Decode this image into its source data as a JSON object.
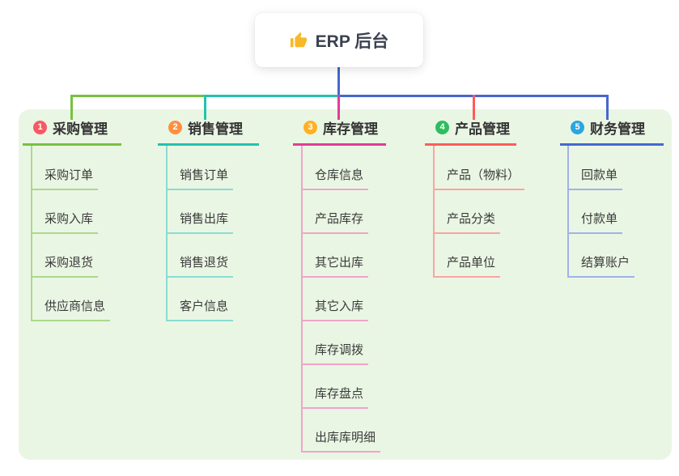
{
  "root": {
    "label": "ERP 后台",
    "icon": "thumbs-up-icon"
  },
  "colors": {
    "page_bg": "#ffffff",
    "panel_bg": "#eaf6e4",
    "root_connector": "#4667cf",
    "root_text": "#3b4150",
    "title_text": "#333333",
    "child_text": "#3a3a3a",
    "thumb_icon": "#f7b928"
  },
  "branches": [
    {
      "badge": "1",
      "title": "采购管理",
      "color": "#77c13f",
      "light_color": "#abd98b",
      "badge_color": "#f75964",
      "children": [
        "采购订单",
        "采购入库",
        "采购退货",
        "供应商信息"
      ]
    },
    {
      "badge": "2",
      "title": "销售管理",
      "color": "#23c3ae",
      "light_color": "#8adcd2",
      "badge_color": "#ff8f40",
      "children": [
        "销售订单",
        "销售出库",
        "销售退货",
        "客户信息"
      ]
    },
    {
      "badge": "3",
      "title": "库存管理",
      "color": "#e13c97",
      "light_color": "#f2a3cb",
      "badge_color": "#ffb023",
      "children": [
        "仓库信息",
        "产品库存",
        "其它出库",
        "其它入库",
        "库存调拨",
        "库存盘点",
        "出库库明细"
      ]
    },
    {
      "badge": "4",
      "title": "产品管理",
      "color": "#fd5c5c",
      "light_color": "#fba3a3",
      "badge_color": "#2ebd5f",
      "children": [
        "产品（物料）",
        "产品分类",
        "产品单位"
      ]
    },
    {
      "badge": "5",
      "title": "财务管理",
      "color": "#4667cf",
      "light_color": "#9fb3e8",
      "badge_color": "#28a6e0",
      "children": [
        "回款单",
        "付款单",
        "结算账户"
      ]
    }
  ]
}
